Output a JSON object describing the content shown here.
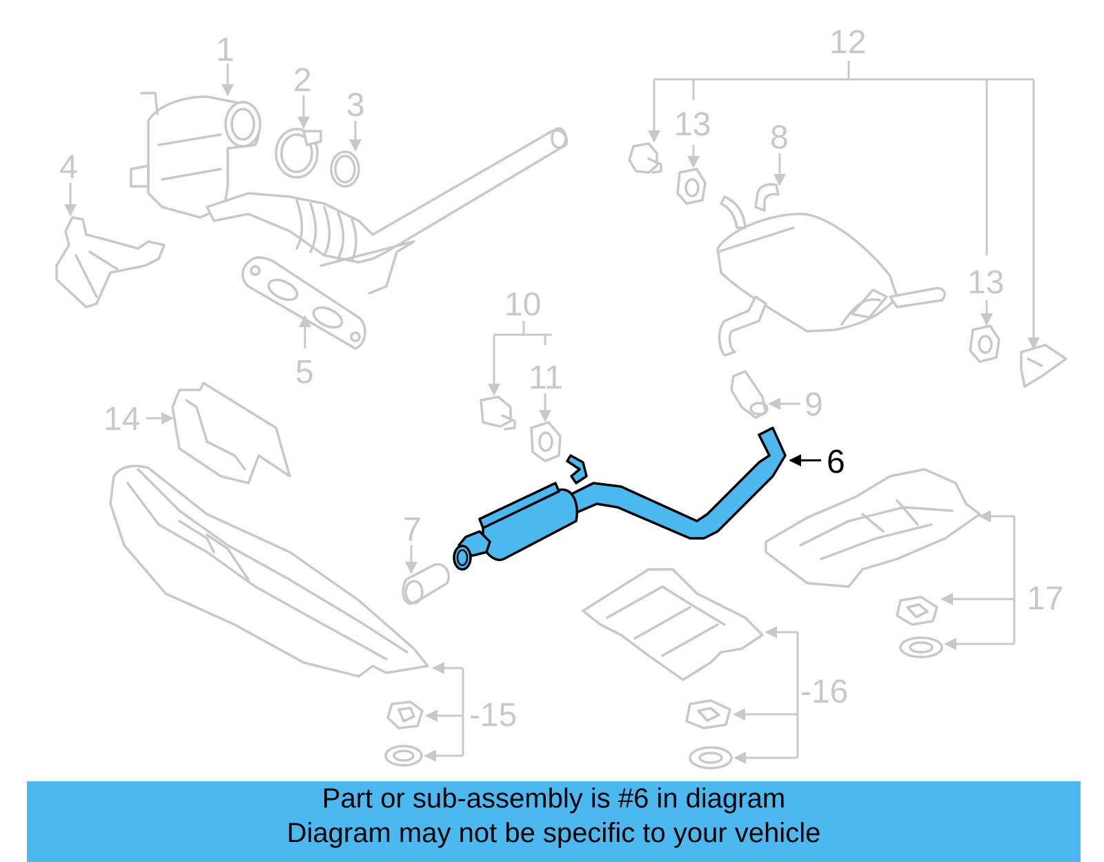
{
  "callouts": [
    {
      "id": "1",
      "label": "1"
    },
    {
      "id": "2",
      "label": "2"
    },
    {
      "id": "3",
      "label": "3"
    },
    {
      "id": "4",
      "label": "4"
    },
    {
      "id": "5",
      "label": "5"
    },
    {
      "id": "6",
      "label": "6",
      "highlighted": true
    },
    {
      "id": "7",
      "label": "7"
    },
    {
      "id": "8",
      "label": "8"
    },
    {
      "id": "9",
      "label": "9"
    },
    {
      "id": "10",
      "label": "10"
    },
    {
      "id": "11",
      "label": "11"
    },
    {
      "id": "12",
      "label": "12"
    },
    {
      "id": "13a",
      "label": "13"
    },
    {
      "id": "13b",
      "label": "13"
    },
    {
      "id": "14",
      "label": "14"
    },
    {
      "id": "15",
      "label": "-15"
    },
    {
      "id": "16",
      "label": "-16"
    },
    {
      "id": "17",
      "label": "17"
    }
  ],
  "banner": {
    "line1": "Part or sub-assembly is #6 in diagram",
    "line2": "Diagram may not be specific to your vehicle"
  },
  "colors": {
    "highlight": "#4cb8f0",
    "parts": "#c8c8c8",
    "banner_bg": "#4cb8f0"
  }
}
